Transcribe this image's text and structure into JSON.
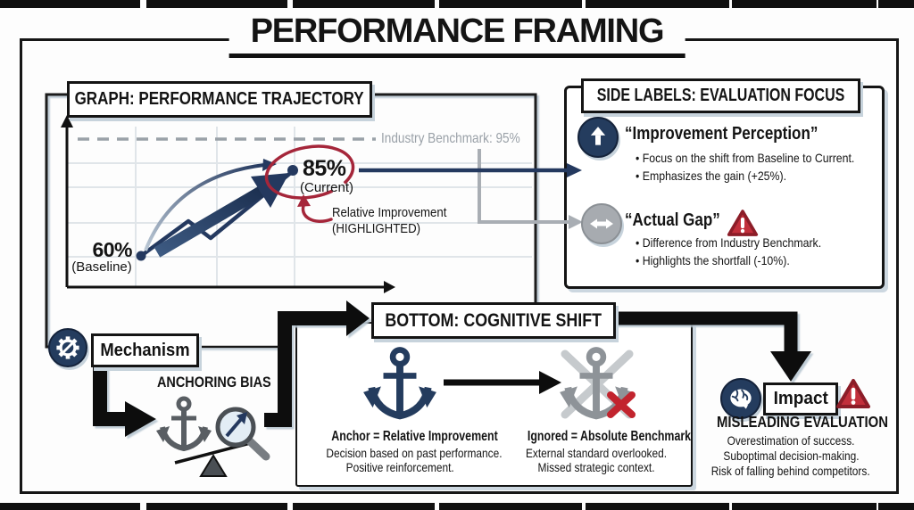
{
  "title": "PERFORMANCE FRAMING",
  "colors": {
    "navy": "#243c5e",
    "red": "#b02737",
    "gray": "#9aa1a8",
    "shadow": "#ccd7e0"
  },
  "graph": {
    "header": "GRAPH: PERFORMANCE TRAJECTORY",
    "benchmark_label": "Industry Benchmark: 95%",
    "baseline_value": "60%",
    "baseline_label": "(Baseline)",
    "current_value": "85%",
    "current_label": "(Current)",
    "annotation_line1": "Relative Improvement",
    "annotation_line2": "(HIGHLIGHTED)"
  },
  "side_panel": {
    "header": "SIDE LABELS: EVALUATION FOCUS",
    "items": [
      {
        "icon": "up-arrow-circle-icon",
        "heading": "“Improvement Perception”",
        "bullets": [
          "• Focus on the shift from Baseline to Current.",
          "• Emphasizes the gain (+25%)."
        ]
      },
      {
        "icon": "left-right-arrow-circle-icon",
        "heading": "“Actual Gap”",
        "bullets": [
          "• Difference from Industry Benchmark.",
          "• Highlights the shortfall (-10%)."
        ]
      }
    ]
  },
  "mechanism": {
    "label": "Mechanism",
    "bias_label": "ANCHORING BIAS"
  },
  "bottom_panel": {
    "header": "BOTTOM: COGNITIVE SHIFT",
    "anchor_block": {
      "title": "Anchor = Relative Improvement",
      "lines": [
        "Decision based on past performance.",
        "Positive reinforcement."
      ]
    },
    "ignored_block": {
      "title": "Ignored = Absolute Benchmark",
      "lines": [
        "External standard overlooked.",
        "Missed strategic context."
      ]
    }
  },
  "impact": {
    "label": "Impact",
    "title": "MISLEADING EVALUATION",
    "lines": [
      "Overestimation of success.",
      "Suboptimal decision-making.",
      "Risk of falling behind competitors."
    ]
  },
  "chart_data": {
    "type": "line",
    "title": "Performance Trajectory",
    "x": [
      "Baseline",
      "",
      "",
      "Current"
    ],
    "series": [
      {
        "name": "Performance",
        "values": [
          60,
          72,
          67,
          85
        ]
      }
    ],
    "benchmark": {
      "label": "Industry Benchmark",
      "value": 95
    },
    "ylim": [
      50,
      100
    ],
    "grid": true,
    "annotations": [
      "Relative Improvement (HIGHLIGHTED)",
      "gain +25%",
      "shortfall -10%"
    ]
  }
}
